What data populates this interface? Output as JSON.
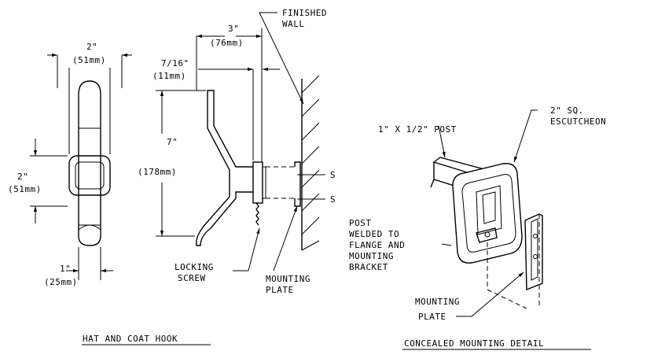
{
  "front": {
    "width_in": "2\"",
    "width_mm": "(51mm)",
    "height_in": "2\"",
    "height_mm": "(51mm)",
    "depth_in": "1\"",
    "depth_mm": "(25mm)",
    "title": "HAT AND COAT HOOK"
  },
  "side": {
    "proj_in": "3\"",
    "proj_mm": "(76mm)",
    "thick_in": "7/16\"",
    "thick_mm": "(11mm)",
    "len_in": "7\"",
    "len_mm": "(178mm)",
    "wall_1": "FINISHED",
    "wall_2": "WALL",
    "screw_1": "LOCKING",
    "screw_2": "SCREW",
    "plate_1": "MOUNTING",
    "plate_2": "PLATE",
    "s_top": "S",
    "s_bottom": "S"
  },
  "detail": {
    "post": "1\" X 1/2\" POST",
    "esc_1": "2\" SQ.",
    "esc_2": "ESCUTCHEON",
    "weld_1": "POST",
    "weld_2": "WELDED TO",
    "weld_3": "FLANGE AND",
    "weld_4": "MOUNTING",
    "weld_5": "BRACKET",
    "plate_1": "MOUNTING",
    "plate_2": "PLATE",
    "title": "CONCEALED MOUNTING DETAIL"
  }
}
